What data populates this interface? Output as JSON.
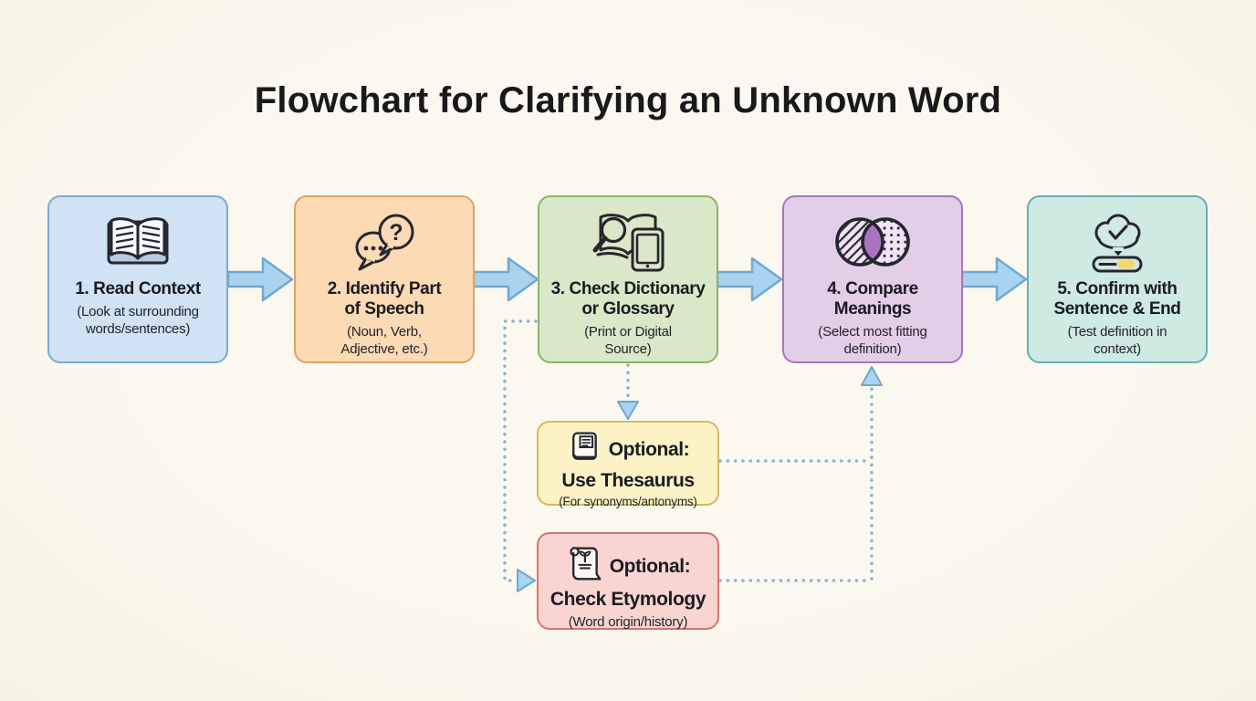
{
  "title": "Flowchart for Clarifying an Unknown Word",
  "steps": [
    {
      "title": "1. Read Context",
      "subtitle": "(Look at surrounding\nwords/sentences)",
      "icon": "open-book-icon",
      "fill": "#d0e2f3",
      "border": "#7cabd1"
    },
    {
      "title": "2. Identify Part\nof Speech",
      "subtitle": "(Noun, Verb,\nAdjective, etc.)",
      "icon": "speech-bubbles-icon",
      "fill": "#fbdab4",
      "border": "#dfa265"
    },
    {
      "title": "3. Check Dictionary\nor Glossary",
      "subtitle": "(Print or Digital\nSource)",
      "icon": "dictionary-search-icon",
      "fill": "#d8e8c9",
      "border": "#8bb468"
    },
    {
      "title": "4. Compare\nMeanings",
      "subtitle": "(Select most fitting\ndefinition)",
      "icon": "venn-diagram-icon",
      "fill": "#e3cee8",
      "border": "#a975b9"
    },
    {
      "title": "5. Confirm with\nSentence & End",
      "subtitle": "(Test definition in\ncontext)",
      "icon": "cloud-check-icon",
      "fill": "#cfe9e3",
      "border": "#66afb3"
    }
  ],
  "optional_steps": [
    {
      "label": "Optional:",
      "title": "Use Thesaurus",
      "subtitle": "(For synonyms/antonyms)",
      "icon": "thesaurus-book-icon",
      "fill": "#fbf2c5",
      "border": "#d3b95f"
    },
    {
      "label": "Optional:",
      "title": "Check Etymology",
      "subtitle": "(Word origin/history)",
      "icon": "etymology-scroll-icon",
      "fill": "#f8d5d1",
      "border": "#d9736c"
    }
  ],
  "colors": {
    "background": "#faf7ec",
    "arrow_fill": "#a9d3ee",
    "arrow_stroke": "#6fa8d0",
    "dotted_line": "#8fb3d1",
    "icon_stroke": "#26262e",
    "venn_overlap": "#ab74c1",
    "progress_yellow": "#f5d66b",
    "text": "#1b1b22"
  }
}
